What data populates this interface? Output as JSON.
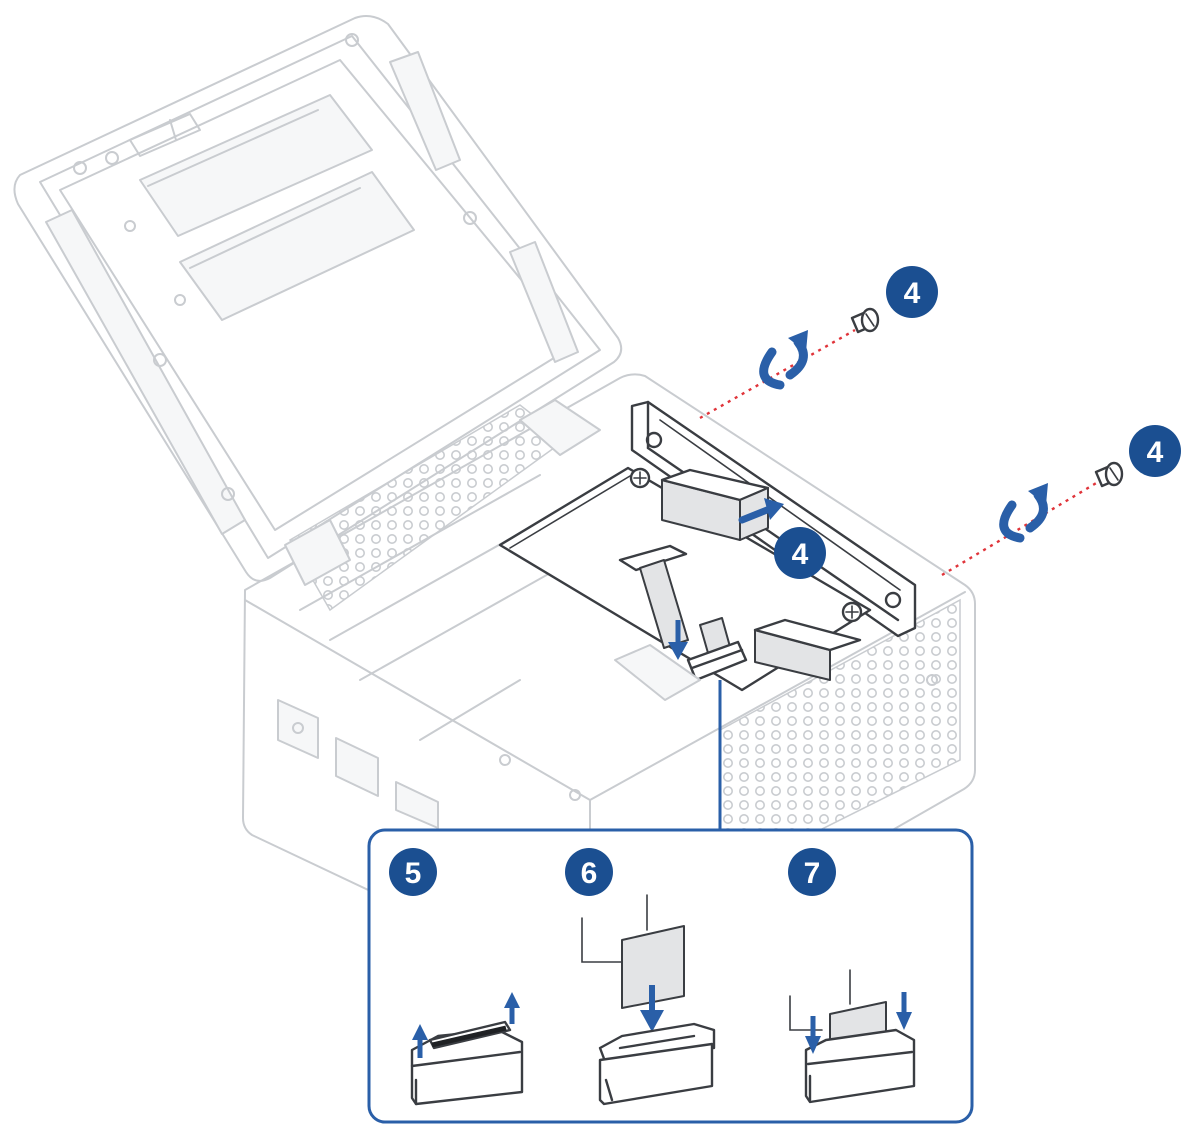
{
  "colors": {
    "badge": "#1b4f91",
    "callout_frame": "#2a5fa8",
    "arrow": "#2a5fa8",
    "screw_path": "#e0343a",
    "ghost_line": "#c9ccd0",
    "part_line": "#3a3d42"
  },
  "steps": {
    "screw_left": "4",
    "screw_right": "4",
    "bracket": "4",
    "open_latch": "5",
    "insert_cable": "6",
    "close_latch": "7"
  },
  "icons": [
    "screw-icon",
    "rotate-counterclockwise-icon",
    "push-arrow-icon",
    "latch-up-arrow-icon",
    "cable-down-arrow-icon",
    "latch-down-arrow-icon"
  ]
}
